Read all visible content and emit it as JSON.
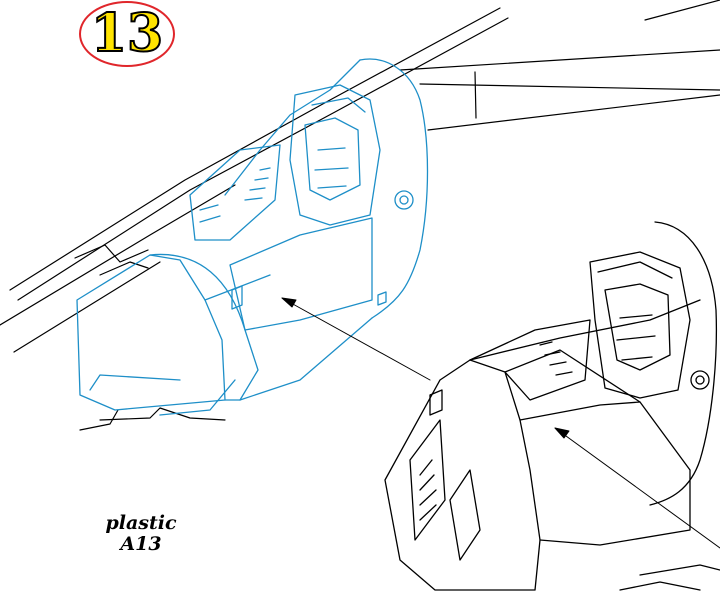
{
  "step": {
    "number": "13"
  },
  "note": {
    "line1": "plastic",
    "line2": "A13"
  },
  "colors": {
    "highlight": "#1e8fc8",
    "ink": "#000000",
    "badge_ring": "#e0262b",
    "badge_fill": "#ffe400"
  }
}
